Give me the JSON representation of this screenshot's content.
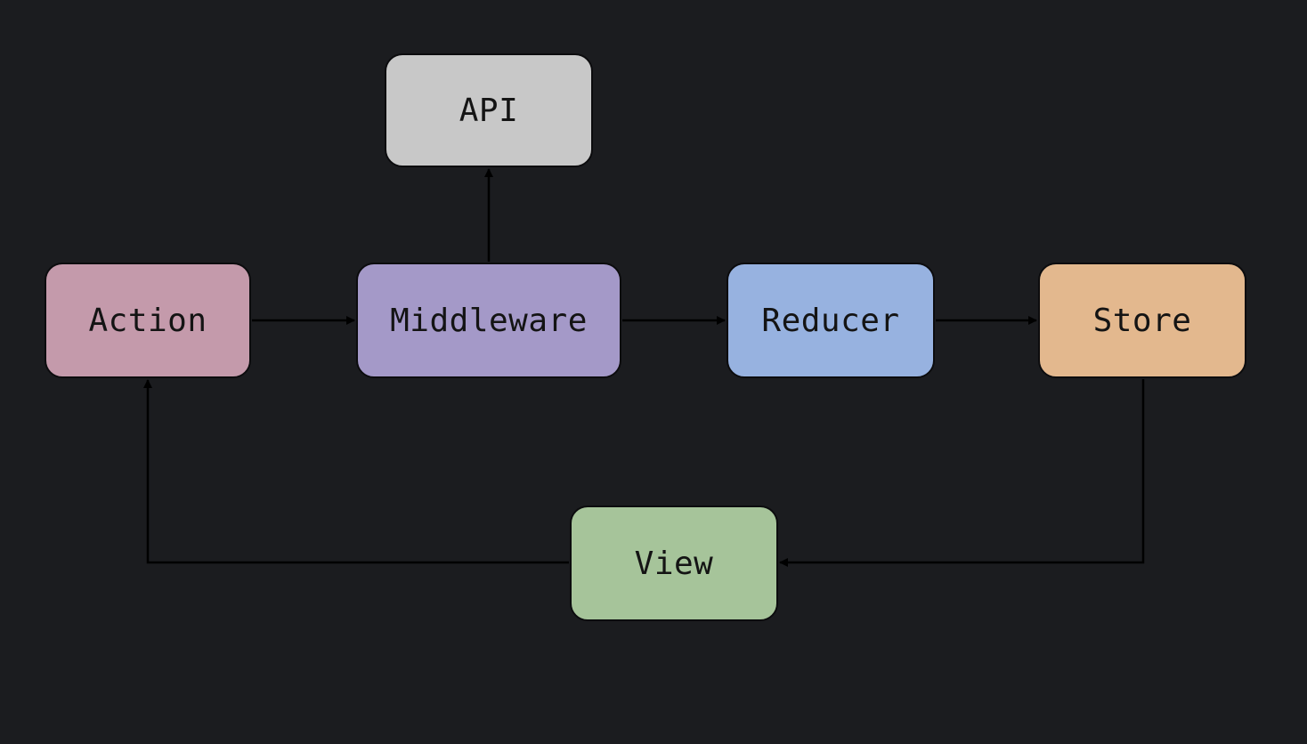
{
  "diagram": {
    "background": "#1b1c1f",
    "edge_color": "#000000",
    "nodes": [
      {
        "id": "api",
        "label": "API",
        "color": "#c8c8c8"
      },
      {
        "id": "action",
        "label": "Action",
        "color": "#c49aab"
      },
      {
        "id": "middleware",
        "label": "Middleware",
        "color": "#a499c8"
      },
      {
        "id": "reducer",
        "label": "Reducer",
        "color": "#97b2e0"
      },
      {
        "id": "store",
        "label": "Store",
        "color": "#e3b88e"
      },
      {
        "id": "view",
        "label": "View",
        "color": "#a6c49a"
      }
    ],
    "edges": [
      {
        "from": "action",
        "to": "middleware"
      },
      {
        "from": "middleware",
        "to": "api"
      },
      {
        "from": "middleware",
        "to": "reducer"
      },
      {
        "from": "reducer",
        "to": "store"
      },
      {
        "from": "store",
        "to": "view"
      },
      {
        "from": "view",
        "to": "action"
      }
    ]
  }
}
